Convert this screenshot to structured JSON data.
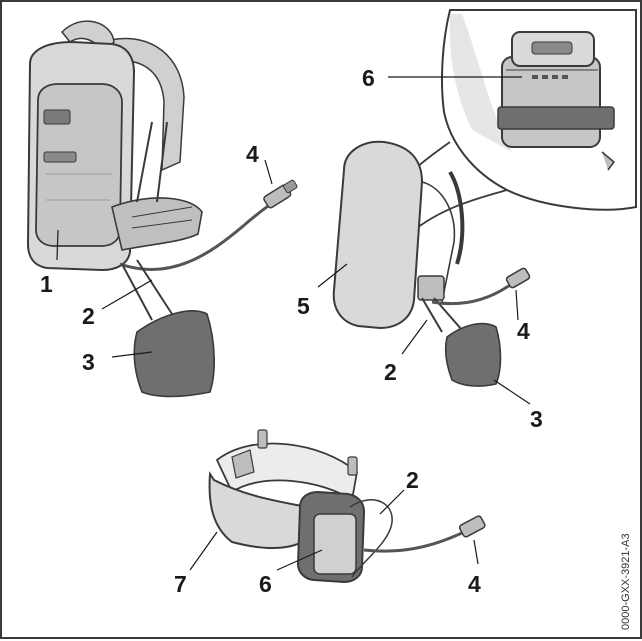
{
  "figure_code": "0000-GXX-3921-A3",
  "callouts": {
    "backpack": [
      "1",
      "2",
      "3",
      "4"
    ],
    "backpack_cover": [
      "5",
      "2",
      "4",
      "3"
    ],
    "battery_detail": [
      "6"
    ],
    "belt": [
      "2",
      "7",
      "6",
      "4"
    ]
  },
  "colors": {
    "outline": "#3a3a3a",
    "body_light": "#d9d9d9",
    "body_mid": "#bdbdbd",
    "pad_dark": "#6f6f6f",
    "strap": "#8a8a8a"
  }
}
